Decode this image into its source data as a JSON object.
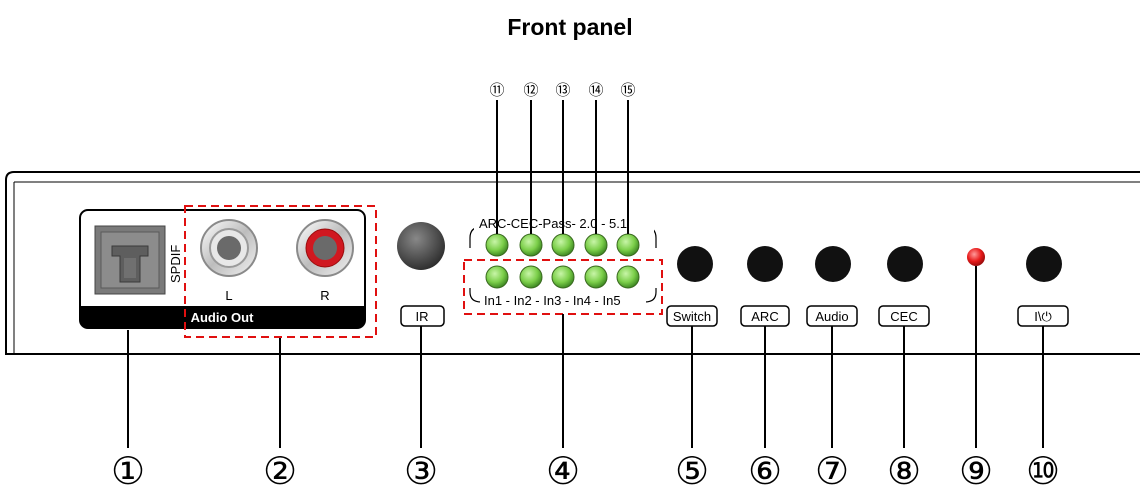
{
  "title": "Front panel",
  "ports": {
    "spdif_label": "SPDIF",
    "left_label": "L",
    "right_label": "R",
    "audio_out_label": "Audio Out",
    "ir_label": "IR"
  },
  "indicators": {
    "top_row_text": "ARC-CEC-Pass- 2.0 - 5.1",
    "bottom_row_text": "In1 - In2 - In3 - In4 - In5",
    "led_color": "#7ccf4a"
  },
  "buttons": {
    "switch": "Switch",
    "arc": "ARC",
    "audio": "Audio",
    "cec": "CEC",
    "power": "I\\⏻"
  },
  "power_led_color": "#e81b1b",
  "callouts": {
    "bottom": [
      "①",
      "②",
      "③",
      "④",
      "⑤",
      "⑥",
      "⑦",
      "⑧",
      "⑨",
      "⑩"
    ],
    "top": [
      "⑪",
      "⑫",
      "⑬",
      "⑭",
      "⑮"
    ]
  }
}
